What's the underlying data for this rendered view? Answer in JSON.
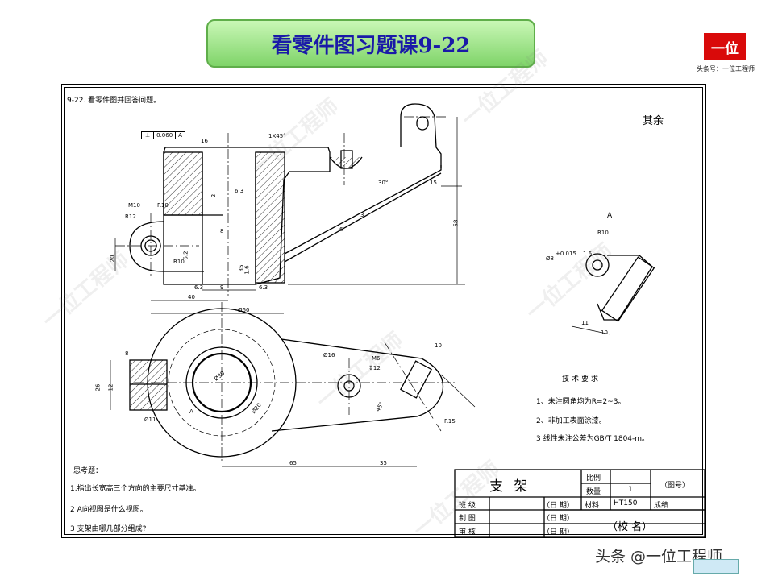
{
  "header": {
    "title": "看零件图习题课9-22",
    "logo_text": "一位",
    "logo_subtitle": "头条号：一位工程师"
  },
  "drawing": {
    "problem_title": "9-22. 看零件图并回答问题。",
    "roughness_rest": "其余",
    "view_label_A": "A",
    "tolerance_frame": {
      "symbol": "⊥",
      "value": "0.060",
      "datum": "A"
    },
    "dimensions": {
      "chamfer": "1X45°",
      "r16_top": "16",
      "r63_a": "6.3",
      "r63_b": "6.3",
      "r63_c": "6.3",
      "m10": "M10",
      "r12": "R12",
      "r10_a": "R10",
      "r10_b": "R10",
      "r10_c": "R10",
      "d20": "20",
      "d40": "40",
      "d9": "9",
      "d35_v": "35",
      "d60": "Ø60",
      "d2": "2",
      "d8": "8",
      "d15": "15",
      "d30": "30°",
      "d3": "3",
      "d6": "6",
      "d1_6": "1.6",
      "d62": "6.2",
      "d16": "Ø16",
      "m6": "M6",
      "d12": "↧12",
      "d10": "10",
      "r15": "R15",
      "d65": "65",
      "d35_h": "35",
      "d26": "26",
      "d12b": "12",
      "d11": "Ø11",
      "d8_top": "8",
      "d30_bore": "Ø30",
      "d20b": "Ø20",
      "a_circle": "A",
      "d45": "45°",
      "side_d8": "Ø8",
      "side_tol": "+0.015",
      "side_16": "1.6",
      "side_r10": "R10",
      "side_11": "11",
      "side_10": "10",
      "side_58": "58"
    },
    "tech_requirements": {
      "heading": "技术要求",
      "items": [
        "1、未注圆角均为R=2~3。",
        "2、非加工表面涂漆。",
        "3  线性未注公差为GB/T 1804-m。"
      ]
    },
    "questions": {
      "heading": "思考题：",
      "items": [
        "1.指出长宽高三个方向的主要尺寸基准。",
        "2 A向视图是什么视图。",
        "3 支架由哪几部分组成?"
      ]
    },
    "title_block": {
      "part_name": "支  架",
      "scale_label": "比例",
      "qty_label": "数量",
      "qty_value": "1",
      "drawing_no": "（图号）",
      "material_label": "材料",
      "material_value": "HT150",
      "grade_label": "成绩",
      "rows": [
        {
          "role": "班  级",
          "date": "（日  期）"
        },
        {
          "role": "制  图",
          "date": "（日  期）"
        },
        {
          "role": "审  核",
          "date": "（日  期）"
        }
      ],
      "school": "（校     名）"
    }
  },
  "footer": {
    "credit": "头条 @一位工程师"
  },
  "watermarks": [
    "一位工程师",
    "一位工程师",
    "一位工程师",
    "一位工程师",
    "一位工程师",
    "一位工程师"
  ]
}
